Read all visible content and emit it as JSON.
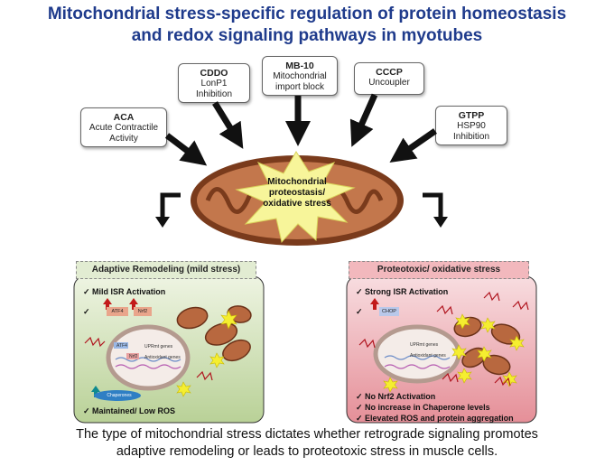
{
  "title": {
    "line1": "Mitochondrial stress-specific regulation of protein homeostasis",
    "line2": "and redox signaling pathways in myotubes"
  },
  "stressors": [
    {
      "name": "ACA",
      "line1": "Acute Contractile",
      "line2": "Activity"
    },
    {
      "name": "CDDO",
      "line1": "LonP1",
      "line2": "Inhibition"
    },
    {
      "name": "MB-10",
      "line1": "Mitochondrial",
      "line2": "import block"
    },
    {
      "name": "CCCP",
      "line1": "Uncoupler",
      "line2": ""
    },
    {
      "name": "GTPP",
      "line1": "HSP90",
      "line2": "Inhibition"
    }
  ],
  "center_label": {
    "line1": "Mitochondrial",
    "line2": "proteostasis/",
    "line3": "oxidative stress"
  },
  "left_panel": {
    "header": "Adaptive Remodeling (mild stress)",
    "check1": "Mild ISR Activation",
    "check2": "Maintained/ Low ROS",
    "badges": [
      "ATF4",
      "Nrf2"
    ],
    "nucleus_tags": [
      "ATF4",
      "Nrf2"
    ],
    "gene_labels": [
      "UPRmt genes",
      "Antioxidant genes"
    ],
    "chaperones": "Chaperones"
  },
  "right_panel": {
    "header": "Proteotoxic/ oxidative stress",
    "check1": "Strong ISR Activation",
    "badge": "CHOP",
    "gene_labels": [
      "UPRmt genes",
      "Antioxidant genes"
    ],
    "checks_bottom": [
      "No Nrf2 Activation",
      "No increase in Chaperone levels",
      "Elevated ROS and protein aggregation"
    ]
  },
  "caption": {
    "line1": "The type of mitochondrial stress dictates whether retrograde signaling promotes",
    "line2": "adaptive remodeling or leads to proteotoxic stress in muscle cells."
  },
  "colors": {
    "title": "#1f3b8c",
    "left_panel": "#c9dcae",
    "right_panel": "#f2b8bd",
    "mito": "#b8683f",
    "burst": "#f7f59a"
  }
}
